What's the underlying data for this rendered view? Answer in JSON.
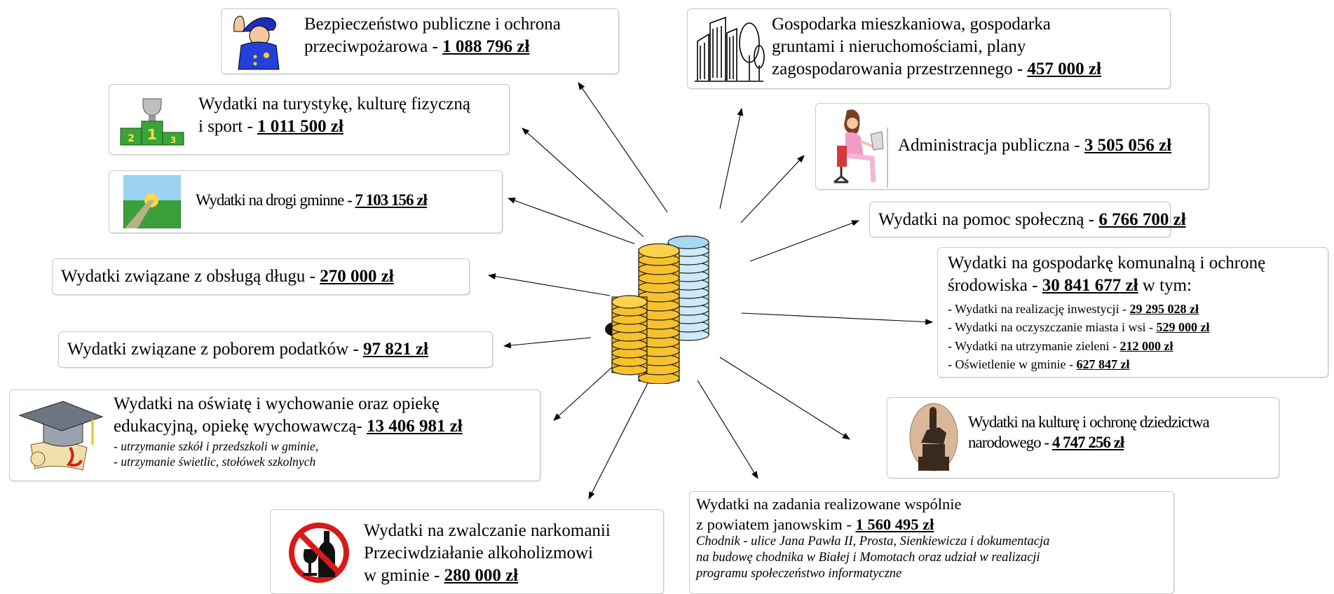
{
  "boxes": {
    "safety": {
      "line1": "Bezpieczeństwo publiczne i ochrona",
      "line2_pre": "przeciwpożarowa - ",
      "amount": "1 088 796 zł"
    },
    "housing": {
      "line1": "Gospodarka mieszkaniowa, gospodarka",
      "line2": "gruntami i nieruchomościami, plany",
      "line3_pre": "zagospodarowania przestrzennego - ",
      "amount": "457 000 zł"
    },
    "tourism": {
      "line1": "Wydatki na turystykę, kulturę fizyczną",
      "line2_pre": " i sport - ",
      "amount": "1 011 500 zł"
    },
    "admin": {
      "label_pre": "Administracja publiczna - ",
      "amount": "3 505 056 zł"
    },
    "roads": {
      "label_pre": "Wydatki na drogi gminne - ",
      "amount": "7 103 156 zł"
    },
    "social": {
      "label_pre": "Wydatki na pomoc społeczną - ",
      "amount": "6 766 700 zł"
    },
    "debt": {
      "label_pre": "Wydatki związane z obsługą długu - ",
      "amount": "270 000 zł"
    },
    "communal": {
      "line1": "Wydatki na gospodarkę komunalną i ochronę",
      "line2_pre": "środowiska - ",
      "amount": "30 841 677 zł",
      "line2_post": " w tym:",
      "items": [
        {
          "pre": "- Wydatki na realizację inwestycji - ",
          "amount": "29 295 028 zł"
        },
        {
          "pre": "- Wydatki na oczyszczanie miasta i wsi - ",
          "amount": "529 000 zł"
        },
        {
          "pre": "- Wydatki na utrzymanie zieleni - ",
          "amount": "212 000 zł"
        },
        {
          "pre": "- Oświetlenie w gminie - ",
          "amount": "627 847 zł"
        }
      ]
    },
    "taxes": {
      "label_pre": "Wydatki związane z poborem podatków - ",
      "amount": "97 821 zł"
    },
    "education": {
      "line1": "Wydatki na oświatę i wychowanie oraz opiekę",
      "line2_pre": "edukacyjną, opiekę wychowawczą- ",
      "amount": "13 406 981 zł",
      "note1": "- utrzymanie szkół i przedszkoli w gminie,",
      "note2": "- utrzymanie świetlic, stołówek szkolnych"
    },
    "culture": {
      "line1": "Wydatki na kulturę i ochronę  dziedzictwa",
      "line2_pre": "narodowego - ",
      "amount": "4 747 256 zł"
    },
    "drugs": {
      "line1": "Wydatki na zwalczanie narkomanii",
      "line2": "Przeciwdziałanie alkoholizmowi",
      "line3_pre": "w gminie - ",
      "amount": "280 000 zł"
    },
    "joint": {
      "line1": "Wydatki na zadania realizowane wspólnie",
      "line2_pre": "z powiatem janowskim - ",
      "amount": "1 560 495 zł",
      "note1": "Chodnik - ulice Jana Pawła II, Prosta, Sienkiewicza i dokumentacja",
      "note2": "na budowę chodnika w Białej i Momotach oraz udział w realizacji",
      "note3": "programu społeczeństwo informatyczne"
    }
  },
  "icons": {
    "safety": "police-officer-icon",
    "housing": "city-buildings-icon",
    "tourism": "podium-trophy-icon",
    "admin": "office-worker-icon",
    "roads": "road-landscape-icon",
    "education": "graduation-cap-diploma-icon",
    "culture": "monument-icon",
    "drugs": "no-alcohol-icon",
    "center": "coin-stacks-icon"
  }
}
